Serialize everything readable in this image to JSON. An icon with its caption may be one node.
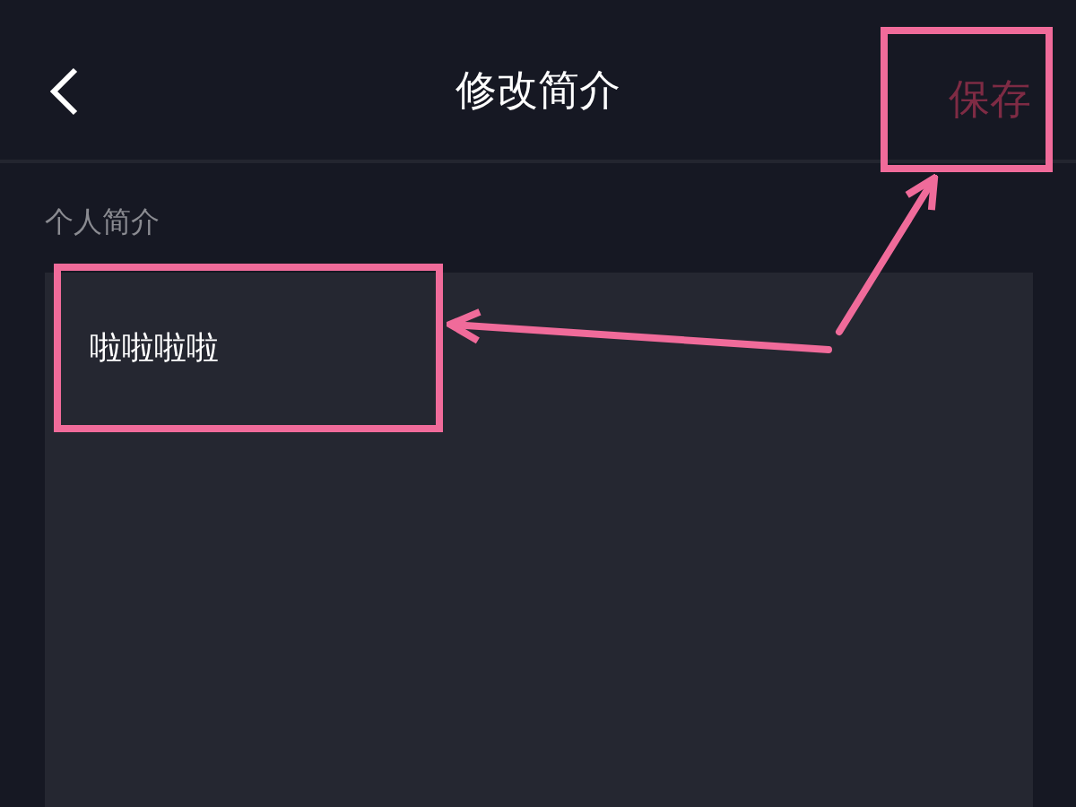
{
  "diagram": {
    "title": "修改简介",
    "nodes": [
      {
        "text": [
          "保存"
        ]
      },
      {
        "text": [
          "啦啦啦啦"
        ]
      }
    ],
    "edges": [
      {
        "from": null,
        "to": 0,
        "arrow": "to"
      },
      {
        "from": null,
        "to": 1,
        "arrow": "to"
      }
    ],
    "labels": [
      "个人简介"
    ]
  }
}
